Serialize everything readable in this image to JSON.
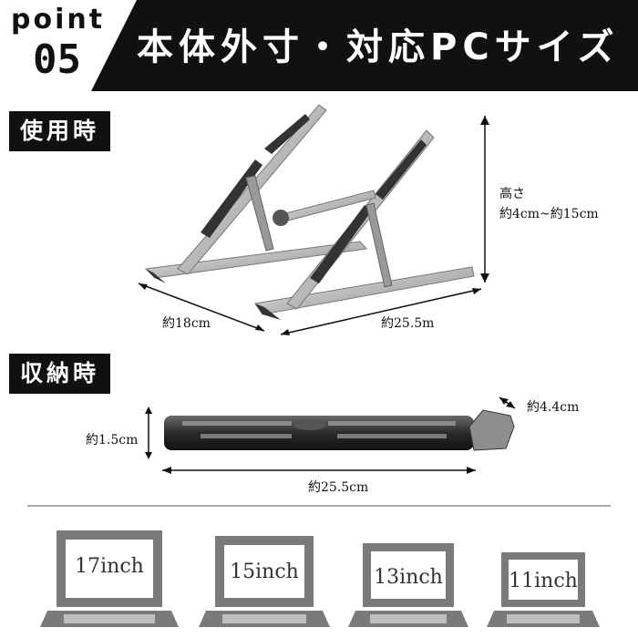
{
  "header": {
    "point_word": "point",
    "point_number": "05",
    "title": "本体外寸・対応PCサイズ"
  },
  "in_use": {
    "label": "使用時",
    "height_label": "高さ",
    "height_range": "約4cm~約15cm",
    "depth": "約18cm",
    "width": "約25.5m"
  },
  "stored": {
    "label": "収納時",
    "thickness": "約1.5cm",
    "depth": "約4.4cm",
    "width": "約25.5cm"
  },
  "compatible_sizes": [
    "17inch",
    "15inch",
    "13inch",
    "11inch"
  ],
  "colors": {
    "black": "#111111",
    "silver": "#c8c8c8",
    "laptop_gray": "#7a7a7a"
  }
}
